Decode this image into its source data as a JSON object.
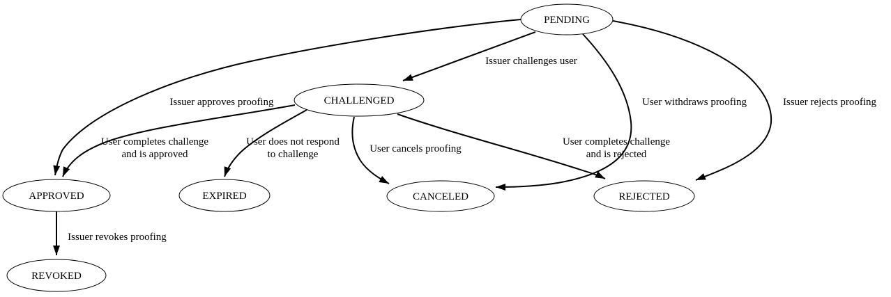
{
  "diagram": {
    "type": "state-transition-graph",
    "colors": {
      "background": "#ffffff",
      "node_fill": "#ffffff",
      "stroke": "#000000",
      "text": "#000000"
    },
    "nodes": [
      {
        "id": "pending",
        "label": "PENDING"
      },
      {
        "id": "challenged",
        "label": "CHALLENGED"
      },
      {
        "id": "approved",
        "label": "APPROVED"
      },
      {
        "id": "expired",
        "label": "EXPIRED"
      },
      {
        "id": "canceled",
        "label": "CANCELED"
      },
      {
        "id": "rejected",
        "label": "REJECTED"
      },
      {
        "id": "revoked",
        "label": "REVOKED"
      }
    ],
    "edges": [
      {
        "from": "PENDING",
        "to": "CHALLENGED",
        "label_lines": [
          "Issuer challenges user"
        ]
      },
      {
        "from": "PENDING",
        "to": "APPROVED",
        "label_lines": [
          "Issuer approves proofing"
        ]
      },
      {
        "from": "PENDING",
        "to": "CANCELED",
        "label_lines": [
          "User withdraws proofing"
        ]
      },
      {
        "from": "PENDING",
        "to": "REJECTED",
        "label_lines": [
          "Issuer rejects proofing"
        ]
      },
      {
        "from": "CHALLENGED",
        "to": "APPROVED",
        "label_lines": [
          "User completes challenge",
          "and is approved"
        ]
      },
      {
        "from": "CHALLENGED",
        "to": "EXPIRED",
        "label_lines": [
          "User does not respond",
          "to challenge"
        ]
      },
      {
        "from": "CHALLENGED",
        "to": "CANCELED",
        "label_lines": [
          "User cancels proofing"
        ]
      },
      {
        "from": "CHALLENGED",
        "to": "REJECTED",
        "label_lines": [
          "User completes challenge",
          "and is rejected"
        ]
      },
      {
        "from": "APPROVED",
        "to": "REVOKED",
        "label_lines": [
          "Issuer revokes proofing"
        ]
      }
    ]
  }
}
